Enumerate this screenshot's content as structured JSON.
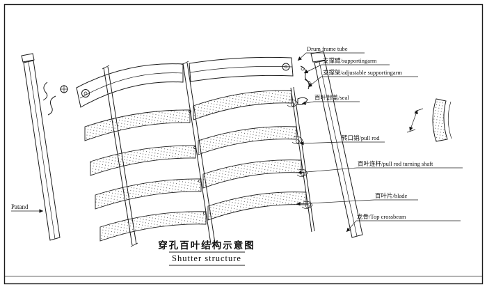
{
  "page": {
    "background": "#ffffff",
    "line_color": "#1c1c1c"
  },
  "labels": {
    "patand": "Patand",
    "drum_frame_tube": "Drum frame tube",
    "supporting_arm": "支撑臂/supportingarm",
    "adjustable_supporting_arm": "支撑架/adjustable supportingarm",
    "seal": "百叶封盖/seal",
    "pull_rod": "转口销/pull rod",
    "pull_rod_turning_shaft": "百叶连杆/pull rod turning shaft",
    "blade": "百叶片/blade",
    "top_crossbeam": "龙骨/Top crossbeam"
  },
  "title": {
    "cn": "穿孔百叶结构示意图",
    "en": "Shutter structure"
  }
}
